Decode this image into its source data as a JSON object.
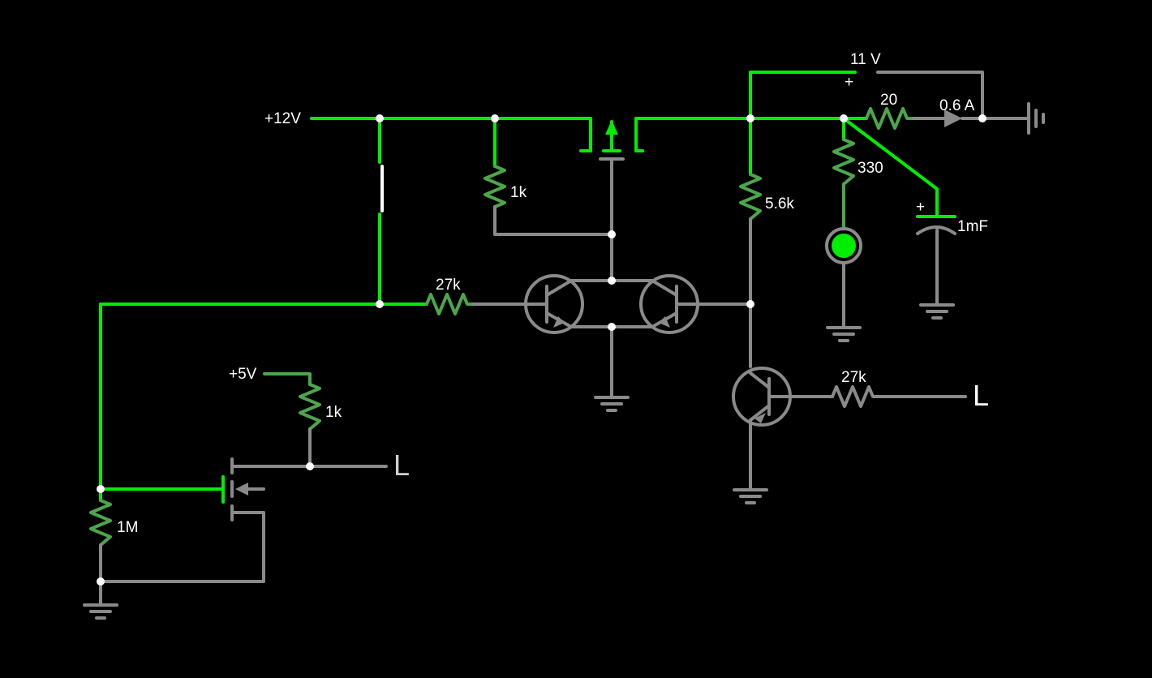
{
  "colors": {
    "background": "#000000",
    "active_wire": "#00ee00",
    "inactive_wire": "#8a8a8a",
    "label": "#ffffff",
    "led_on": "#00ee00"
  },
  "labels": {
    "supply_12v": "+12V",
    "supply_5v": "+5V",
    "r_1k_top": "1k",
    "r_27k_left": "27k",
    "r_5k6": "5.6k",
    "r_330": "330",
    "r_20": "20",
    "r_27k_right": "27k",
    "r_1k_bottom": "1k",
    "r_1m": "1M",
    "voltmeter": "11 V",
    "voltmeter_polarity": "+",
    "ammeter": "0.6 A",
    "capacitor": "1mF",
    "capacitor_polarity": "+",
    "logic_out_bottom": "L",
    "logic_out_right": "L"
  },
  "icons": [
    "ground-icon",
    "led-icon",
    "npn-transistor-icon",
    "mosfet-icon",
    "switch-icon",
    "capacitor-icon",
    "battery-icon"
  ]
}
